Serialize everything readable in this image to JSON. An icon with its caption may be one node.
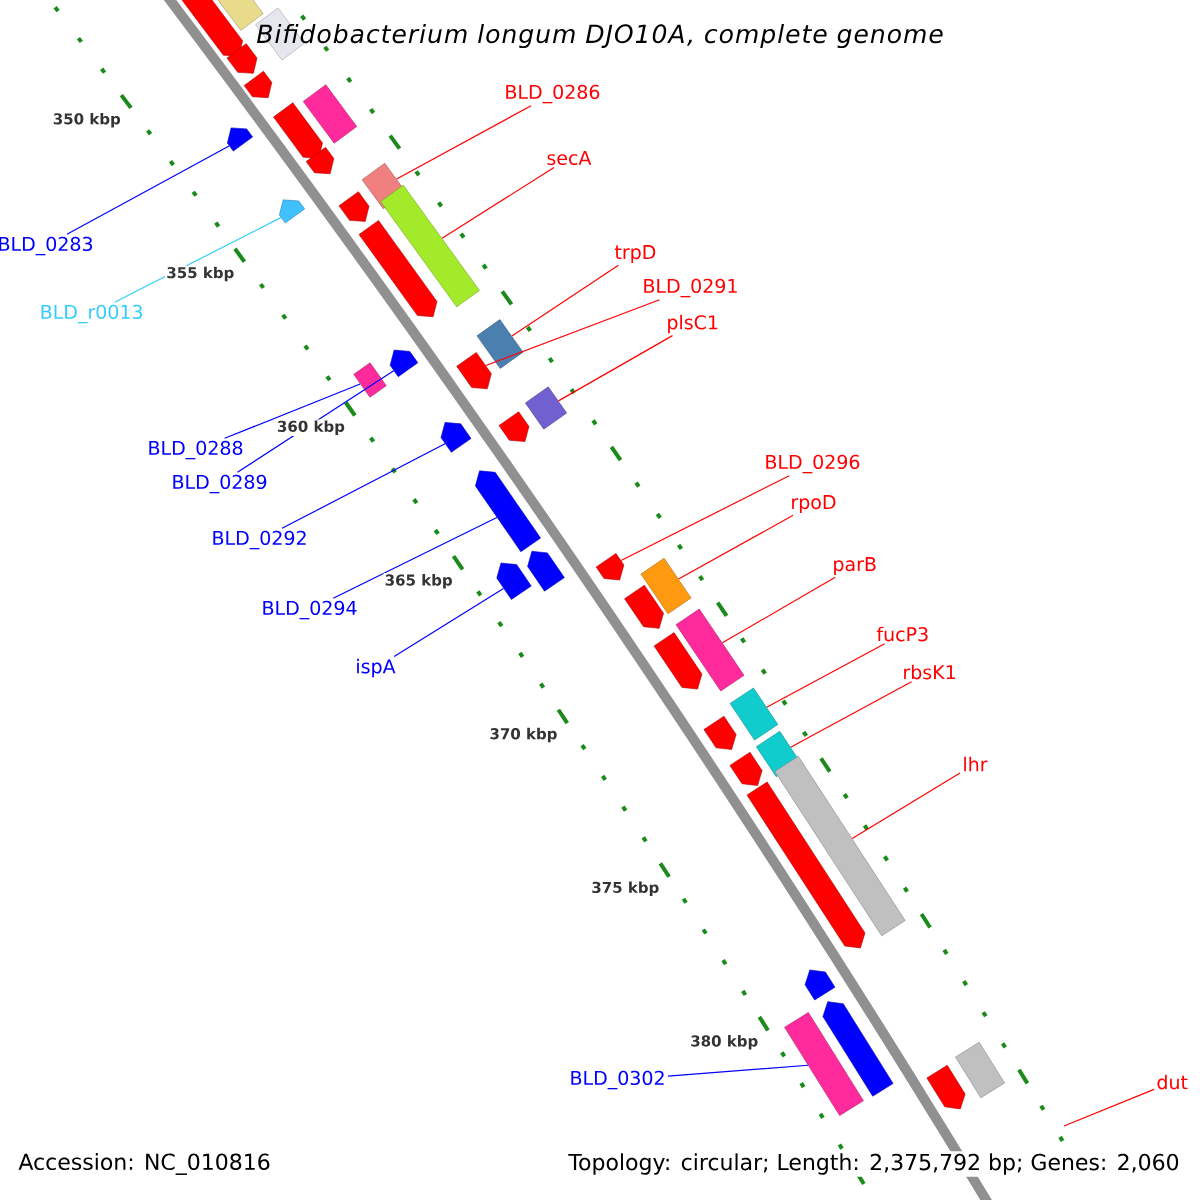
{
  "diagram": {
    "title": "*Bifidobacterium longum* DJO10A, complete genome",
    "nodes": [
      {
        "text": [
          "BLD_0286"
        ]
      },
      {
        "text": [
          "secA"
        ]
      },
      {
        "text": [
          "BLD_0283"
        ]
      },
      {
        "text": [
          "trpD"
        ]
      },
      {
        "text": [
          "BLD_0291"
        ]
      },
      {
        "text": [
          "BLD_r0013"
        ]
      },
      {
        "text": [
          "plsC1"
        ]
      },
      {
        "text": [
          "BLD_0288"
        ]
      },
      {
        "text": [
          "BLD_0296"
        ]
      },
      {
        "text": [
          "BLD_0289"
        ]
      },
      {
        "text": [
          "rpoD"
        ]
      },
      {
        "text": [
          "BLD_0292"
        ]
      },
      {
        "text": [
          "parB"
        ]
      },
      {
        "text": [
          "BLD_0294"
        ]
      },
      {
        "text": [
          "fucP3"
        ]
      },
      {
        "text": [
          "ispA"
        ]
      },
      {
        "text": [
          "rbsK1"
        ]
      },
      {
        "text": [
          "lhr"
        ]
      },
      {
        "text": [
          "BLD_0302"
        ]
      },
      {
        "text": [
          "dut"
        ]
      },
      {
        "text": [],
        "shape": "arrow"
      },
      {
        "text": [],
        "shape": "arrow"
      },
      {
        "text": [],
        "shape": "arrow"
      },
      {
        "text": [],
        "shape": "arrow"
      },
      {
        "text": [],
        "shape": "arrow"
      },
      {
        "text": [],
        "shape": "arrow"
      },
      {
        "text": [],
        "shape": "arrow"
      },
      {
        "text": [],
        "shape": "arrow"
      },
      {
        "text": [],
        "shape": "arrow"
      },
      {
        "text": [],
        "shape": "arrow"
      },
      {
        "text": [],
        "shape": "arrow"
      },
      {
        "text": [],
        "shape": "arrow"
      },
      {
        "text": [],
        "shape": "arrow"
      },
      {
        "text": [],
        "shape": "arrow"
      },
      {
        "text": [],
        "shape": "arrow"
      },
      {
        "text": [],
        "shape": "arrow"
      },
      {
        "text": [],
        "shape": "bar"
      },
      {
        "text": [],
        "shape": "bar"
      },
      {
        "text": [],
        "shape": "bar"
      },
      {
        "text": [],
        "shape": "bar"
      },
      {
        "text": [],
        "shape": "bar"
      },
      {
        "text": [],
        "shape": "bar"
      },
      {
        "text": [],
        "shape": "bar"
      },
      {
        "text": [],
        "shape": "bar"
      },
      {
        "text": [],
        "shape": "bar"
      },
      {
        "text": [],
        "shape": "bar"
      },
      {
        "text": [],
        "shape": "bar"
      },
      {
        "text": [],
        "shape": "bar"
      },
      {
        "text": [],
        "shape": "bar"
      },
      {
        "text": [],
        "shape": "arrow"
      },
      {
        "text": [],
        "shape": "arrow"
      },
      {
        "text": [],
        "shape": "arrow"
      },
      {
        "text": [],
        "shape": "arrow"
      },
      {
        "text": [],
        "shape": "arrow"
      },
      {
        "text": [],
        "shape": "arrow"
      },
      {
        "text": [],
        "shape": "arrow"
      },
      {
        "text": [],
        "shape": "arrow"
      },
      {
        "text": [],
        "shape": "arrow"
      },
      {
        "text": [],
        "shape": "bar"
      },
      {
        "text": [],
        "shape": "bar"
      }
    ],
    "edges": [
      {
        "from": 0,
        "to": 39,
        "arrow": "none"
      },
      {
        "from": 1,
        "to": 40,
        "arrow": "none"
      },
      {
        "from": 2,
        "to": 49,
        "arrow": "none",
        "color": "#0000ff"
      },
      {
        "from": 3,
        "to": 41,
        "arrow": "none"
      },
      {
        "from": 4,
        "to": 27,
        "arrow": "none"
      },
      {
        "from": 5,
        "to": 50,
        "arrow": "none",
        "color": "#33ccff"
      },
      {
        "from": 6,
        "to": 42,
        "arrow": "none"
      },
      {
        "from": 7,
        "to": 59,
        "arrow": "none",
        "color": "#0000ff"
      },
      {
        "from": 8,
        "to": 29,
        "arrow": "none"
      },
      {
        "from": 9,
        "to": 51,
        "arrow": "none",
        "color": "#0000ff"
      },
      {
        "from": 10,
        "to": 43,
        "arrow": "none"
      },
      {
        "from": 11,
        "to": 52,
        "arrow": "none",
        "color": "#0000ff"
      },
      {
        "from": 12,
        "to": 44,
        "arrow": "none"
      },
      {
        "from": 13,
        "to": 53,
        "arrow": "none",
        "color": "#0000ff"
      },
      {
        "from": 14,
        "to": 45,
        "arrow": "none"
      },
      {
        "from": 15,
        "to": 55,
        "arrow": "none",
        "color": "#0000ff"
      },
      {
        "from": 16,
        "to": 46,
        "arrow": "none"
      },
      {
        "from": 17,
        "to": 47,
        "arrow": "none"
      },
      {
        "from": 18,
        "to": 58,
        "arrow": "none",
        "color": "#0000ff"
      },
      {
        "from": 19,
        "to": null,
        "arrow": "none"
      }
    ],
    "labels": [
      "350 kbp",
      "355 kbp",
      "360 kbp",
      "365 kbp",
      "370 kbp",
      "375 kbp",
      "380 kbp",
      "Accession: NC_010816",
      "Topology: circular; Length: 2,375,792 bp; Genes: 2,060"
    ]
  }
}
